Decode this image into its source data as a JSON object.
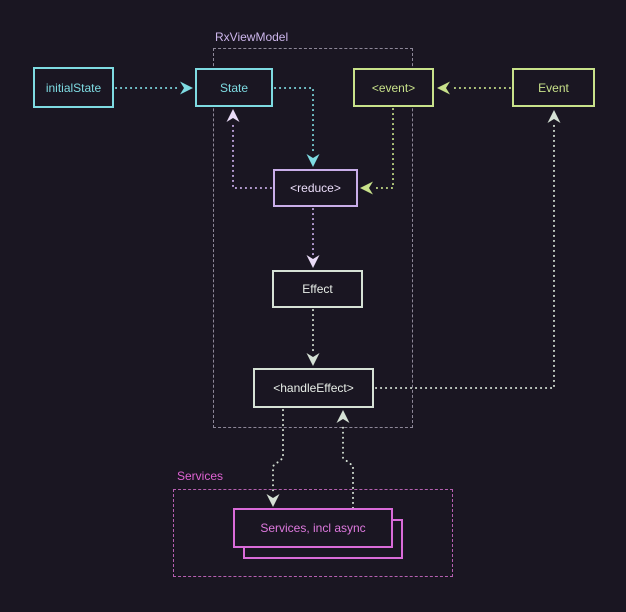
{
  "diagram": {
    "containers": {
      "rxviewmodel": {
        "label": "RxViewModel"
      },
      "services": {
        "label": "Services"
      }
    },
    "nodes": {
      "initial_state": {
        "label": "initialState",
        "color": "#7edbe2"
      },
      "state": {
        "label": "State",
        "color": "#7edbe2"
      },
      "event_stream": {
        "label": "<event>",
        "color": "#c8e18a"
      },
      "event": {
        "label": "Event",
        "color": "#c8e18a"
      },
      "reduce": {
        "label": "<reduce>",
        "color": "#c9aee9"
      },
      "effect": {
        "label": "Effect",
        "color": "#d5e1d5"
      },
      "handle_effect": {
        "label": "<handleEffect>",
        "color": "#d5e1d5"
      },
      "services_box": {
        "label": "Services, incl async",
        "color": "#d96bd9"
      }
    },
    "edges": [
      {
        "from": "initialState",
        "to": "State",
        "color": "#7edbe2"
      },
      {
        "from": "State",
        "to": "<reduce>",
        "color": "#7edbe2"
      },
      {
        "from": "<reduce>",
        "to": "State",
        "color": "#c9aee9"
      },
      {
        "from": "<event>",
        "to": "<reduce>",
        "color": "#c8e18a"
      },
      {
        "from": "Event",
        "to": "<event>",
        "color": "#c8e18a"
      },
      {
        "from": "<reduce>",
        "to": "Effect",
        "color": "#c9aee9"
      },
      {
        "from": "Effect",
        "to": "<handleEffect>",
        "color": "#d5e1d5"
      },
      {
        "from": "<handleEffect>",
        "to": "Event",
        "color": "#d5e1d5"
      },
      {
        "from": "<handleEffect>",
        "to": "Services, incl async",
        "color": "#d5e1d5"
      },
      {
        "from": "Services, incl async",
        "to": "<handleEffect>",
        "color": "#d5e1d5"
      }
    ],
    "colors": {
      "background": "#1a1622",
      "cyan": "#7edbe2",
      "green": "#c8e18a",
      "purple": "#c9aee9",
      "purple_text": "#eadcf8",
      "pale": "#d5e1d5",
      "pale_text": "#e8eee8",
      "magenta": "#d96bd9",
      "magenta_text": "#de79de",
      "magenta_label": "#df63d3",
      "magenta_dash": "#b55fb0",
      "dash_gray": "#8d8798",
      "label_purple": "#cdb6ec"
    }
  }
}
